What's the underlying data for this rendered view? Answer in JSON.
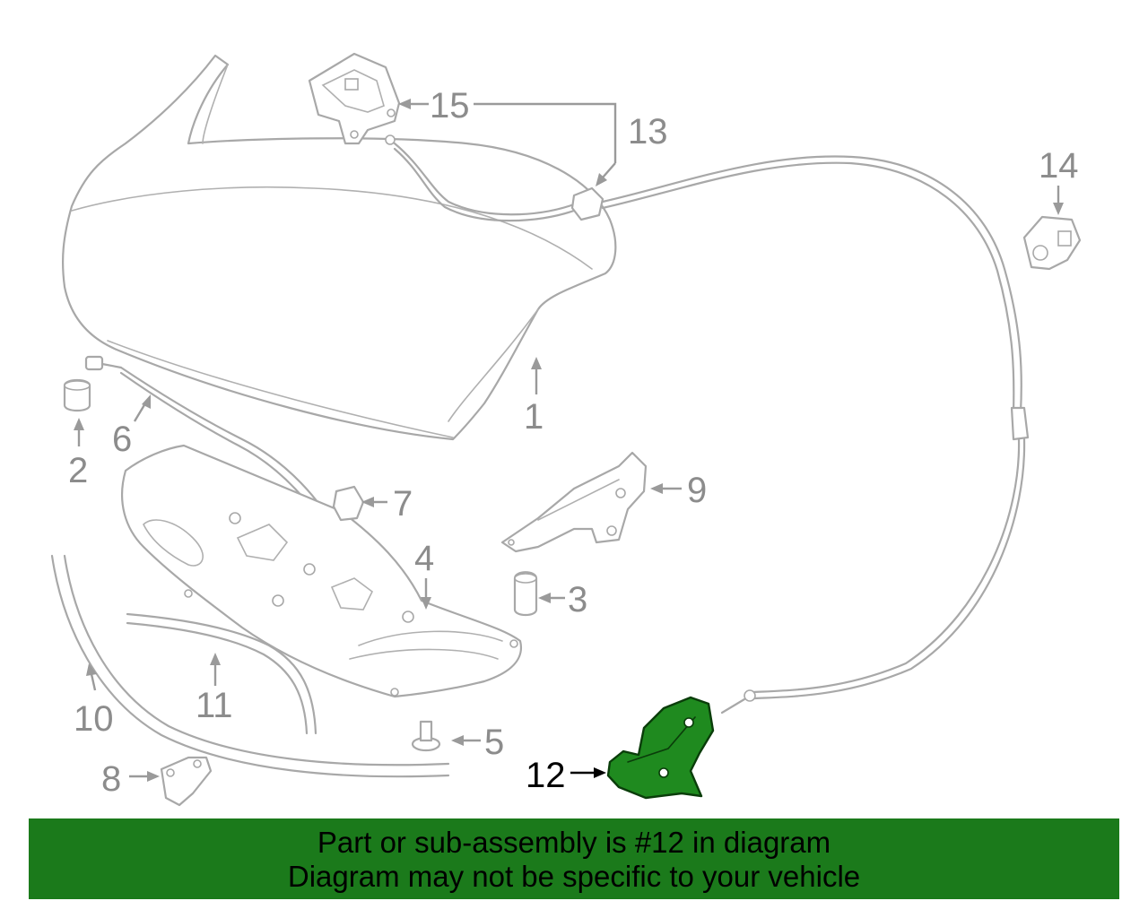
{
  "diagram": {
    "callouts": {
      "c1": "1",
      "c2": "2",
      "c3": "3",
      "c4": "4",
      "c5": "5",
      "c6": "6",
      "c7": "7",
      "c8": "8",
      "c9": "9",
      "c10": "10",
      "c11": "11",
      "c12": "12",
      "c13": "13",
      "c14": "14",
      "c15": "15"
    },
    "highlight_color": "#1f8a1f",
    "line_color": "#a8a8a8"
  },
  "banner": {
    "line1": "Part or sub-assembly is #12 in diagram",
    "line2": "Diagram may not be specific to your vehicle",
    "background": "#1b7a1b"
  }
}
